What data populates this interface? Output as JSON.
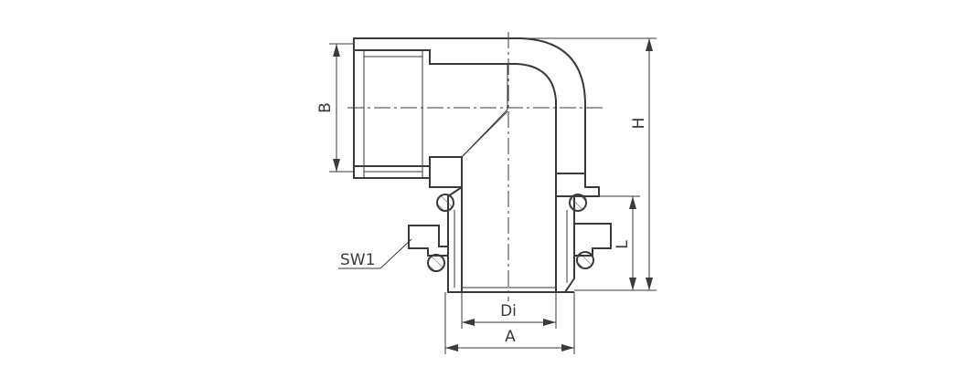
{
  "labels": {
    "B": "B",
    "H": "H",
    "L": "L",
    "SW1": "SW1",
    "Di": "Di",
    "A": "A"
  },
  "colors": {
    "line": "#3a3a3a",
    "background": "#ffffff"
  }
}
